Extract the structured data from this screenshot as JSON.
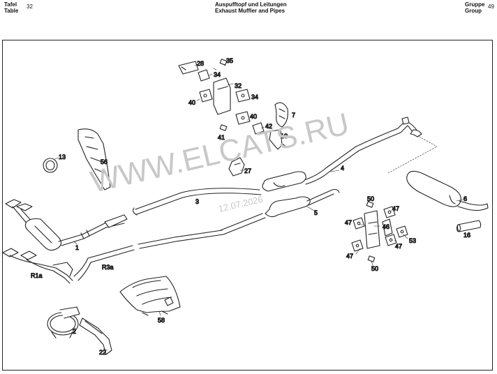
{
  "header": {
    "tafel_label": "Tafel",
    "table_label": "Table",
    "table_number": "32",
    "title_de": "Auspufftopf und Leitungen",
    "title_en": "Exhaust Muffler and Pipes",
    "gruppe_label": "Gruppe",
    "group_label": "Group",
    "group_number": "49"
  },
  "watermark": {
    "site": "WWW.ELCATS.RU",
    "date": "12.07.2026"
  },
  "callouts": {
    "c1": "1",
    "c2": "2",
    "c3": "3",
    "c4": "4",
    "c5": "5",
    "c6": "6",
    "c7": "7",
    "c10": "10",
    "c13": "13",
    "c16": "16",
    "c22": "22",
    "c27": "27",
    "c28": "28",
    "c32": "32",
    "c34a": "34",
    "c34b": "34",
    "c35": "35",
    "c40a": "40",
    "c40b": "40",
    "c41": "41",
    "c42": "42",
    "c46": "46",
    "c47a": "47",
    "c47b": "47",
    "c47c": "47",
    "c47d": "47",
    "c50a": "50",
    "c50b": "50",
    "c53": "53",
    "c56": "56",
    "c58": "58",
    "cR1a": "R1a",
    "cR3a": "R3a"
  }
}
